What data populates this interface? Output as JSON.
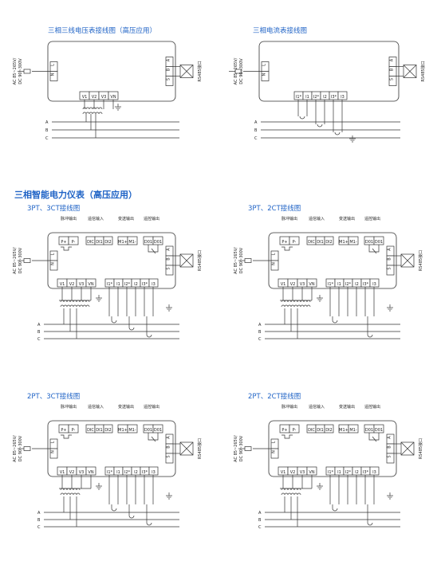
{
  "section_title": "三相智能电力仪表（高压应用）",
  "phase_labels": [
    "A",
    "B",
    "C"
  ],
  "power_label_1": "AC 85~265V/",
  "power_label_2": "DC 90~300V",
  "rs485_label": "RS485接口",
  "power_terminals": [
    "L",
    "N"
  ],
  "comm_terminals": [
    "A",
    "B",
    "S"
  ],
  "top_labels": {
    "pulse": "脉冲输出",
    "di": "遥信输入",
    "ao": "变送输出",
    "do": "遥控输出"
  },
  "pulse_terminals": [
    "P+",
    "P-"
  ],
  "di_terminals": [
    "DIC",
    "DI1",
    "DI2"
  ],
  "ao_terminals": [
    "M1+",
    "M1-"
  ],
  "do_terminals": [
    "D01",
    "D01"
  ],
  "voltage_terminals": [
    "V1",
    "V2",
    "V3",
    "VN"
  ],
  "current_terminals": [
    "I1*",
    "I1",
    "I2*",
    "I2",
    "I3*",
    "I3"
  ],
  "diagrams": [
    {
      "title": "三相三线电压表接线图（高压应用）"
    },
    {
      "title": "三相电流表接线图"
    },
    {
      "title": "3PT、3CT接线图"
    },
    {
      "title": "3PT、2CT接线图"
    },
    {
      "title": "2PT、3CT接线图"
    },
    {
      "title": "2PT、2CT接线图"
    }
  ]
}
